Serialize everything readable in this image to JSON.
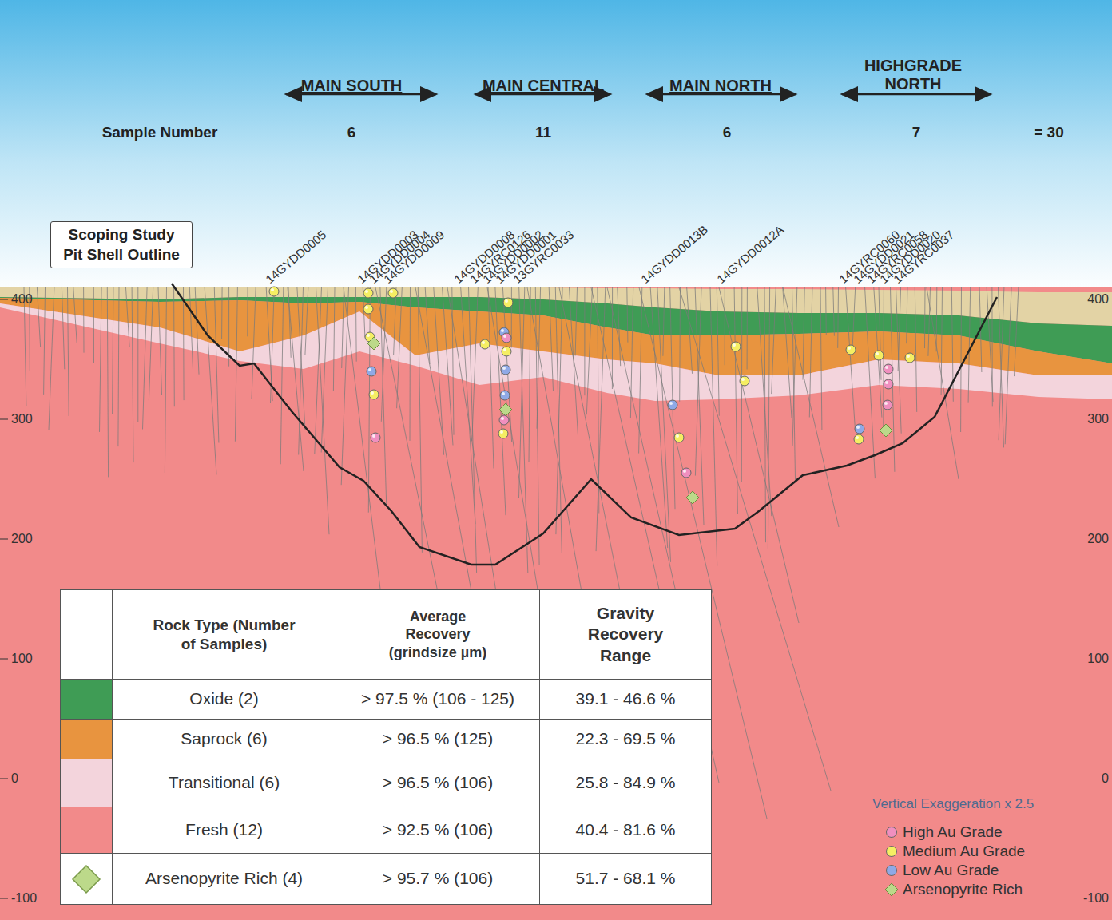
{
  "diagram": {
    "nodes": [
      {
        "text": [
          "Scoping Study Pit Shell Outline"
        ]
      }
    ],
    "labels": [
      "MAIN SOUTH",
      "MAIN CENTRAL",
      "MAIN NORTH",
      "HIGHGRADE NORTH",
      "Sample Number",
      "6",
      "11",
      "6",
      "7",
      "= 30",
      "14GYDD0005",
      "14GYDD0003",
      "14GYDD0004",
      "14GYDD0009",
      "14GYDD0008",
      "14GYRC0126",
      "14GYDD0002",
      "14GYDD0001",
      "13GYRC0033",
      "14GYDD0013B",
      "14GYDD0012A",
      "14GYRC0060",
      "14GYDD0021",
      "14GYRC0058",
      "14GYDD0020",
      "14GYRC0037",
      "400",
      "300",
      "200",
      "100",
      "0",
      "-100",
      "400",
      "300",
      "200",
      "100",
      "0",
      "-100",
      "Rock Type (Number of Samples)",
      "Average Recovery (grindsize µm)",
      "Gravity Recovery Range",
      "> 97.5 % (106 - 125)",
      "39.1 - 46.6 %",
      "> 96.5 % (125)",
      "22.3 - 69.5 %",
      "> 96.5 % (106)",
      "25.8 - 84.9 %",
      "> 92.5 % (106)",
      "40.4 - 81.6 %",
      "> 95.7 % (106)",
      "51.7 - 68.1 %",
      "Vertical Exaggeration x 2.5"
    ],
    "legend": [
      {
        "text": "Oxide (2)",
        "color": "#3f9c55"
      },
      {
        "text": "Saprock (6)",
        "color": "#e8943f"
      },
      {
        "text": "Transitional (6)",
        "color": "#f3d4dc"
      },
      {
        "text": "Fresh (12)",
        "color": "#f28a8a"
      },
      {
        "text": "Arsenopyrite Rich (4)",
        "color": "#bcd98a"
      },
      {
        "text": "High Au Grade",
        "color": "#f08fbf"
      },
      {
        "text": "Medium Au Grade",
        "color": "#f5ee63"
      },
      {
        "text": "Low Au Grade",
        "color": "#8fa9e6"
      },
      {
        "text": "Arsenopyrite Rich",
        "color": "#bcd98a"
      }
    ]
  }
}
